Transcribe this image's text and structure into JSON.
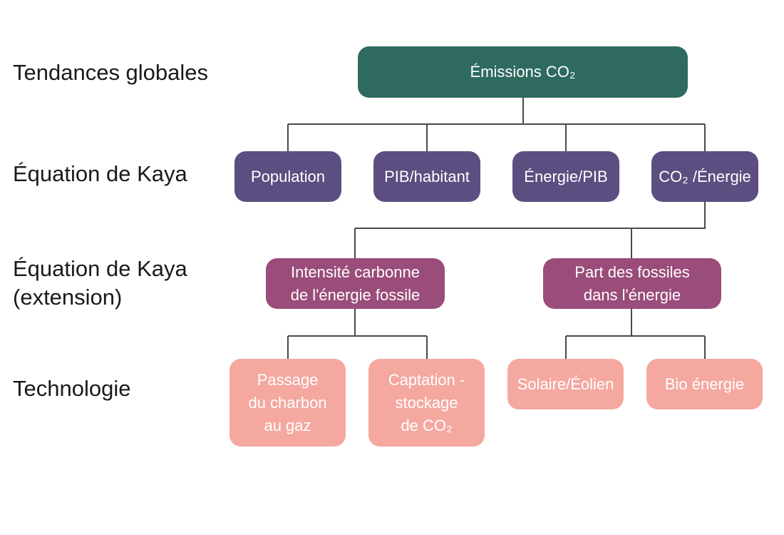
{
  "row_labels": {
    "global_trends": "Tendances globales",
    "kaya_equation": "Équation de Kaya",
    "kaya_extension": "Équation de Kaya\n(extension)",
    "technology": "Technologie"
  },
  "nodes": {
    "emissions": "Émissions CO₂",
    "population": "Population",
    "gdp_per_capita": "PIB/habitant",
    "energy_per_gdp": "Énergie/PIB",
    "co2_per_energy": "CO₂ /Énergie",
    "carbon_intensity": "Intensité carbonne\nde l'énergie fossile",
    "fossil_share": "Part des fossiles\ndans l'énergie",
    "coal_to_gas": "Passage\ndu charbon\nau gaz",
    "carbon_capture": "Captation -\nstockage\nde CO₂",
    "solar_wind": "Solaire/Éolien",
    "bioenergy": "Bio énergie"
  },
  "colors": {
    "level_0": "#2e6a5f",
    "level_1": "#5c4e80",
    "level_2": "#9a4c7a",
    "level_3": "#f4a8a0",
    "connector": "#4a4a4a"
  }
}
